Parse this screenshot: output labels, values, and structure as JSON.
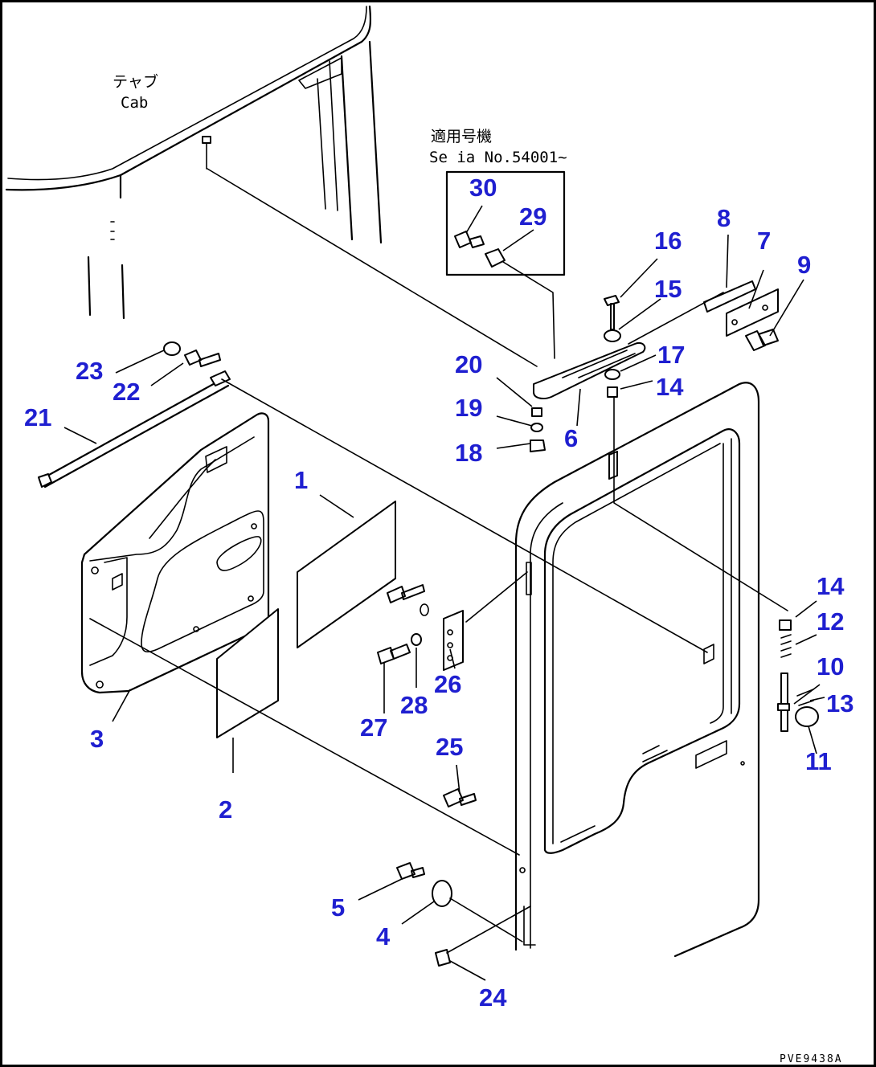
{
  "cab_label": {
    "jp": "テャブ",
    "en": "Cab"
  },
  "serial_note": {
    "jp": "適用号機",
    "en": "Se ia  No.54001~"
  },
  "drawing_number": "PVE9438A",
  "callouts": [
    {
      "id": "c1",
      "label": "1"
    },
    {
      "id": "c2",
      "label": "2"
    },
    {
      "id": "c3",
      "label": "3"
    },
    {
      "id": "c4",
      "label": "4"
    },
    {
      "id": "c5",
      "label": "5"
    },
    {
      "id": "c6",
      "label": "6"
    },
    {
      "id": "c7",
      "label": "7"
    },
    {
      "id": "c8",
      "label": "8"
    },
    {
      "id": "c9",
      "label": "9"
    },
    {
      "id": "c10",
      "label": "10"
    },
    {
      "id": "c11",
      "label": "11"
    },
    {
      "id": "c12",
      "label": "12"
    },
    {
      "id": "c13",
      "label": "13"
    },
    {
      "id": "c14a",
      "label": "14"
    },
    {
      "id": "c14b",
      "label": "14"
    },
    {
      "id": "c15",
      "label": "15"
    },
    {
      "id": "c16",
      "label": "16"
    },
    {
      "id": "c17",
      "label": "17"
    },
    {
      "id": "c18",
      "label": "18"
    },
    {
      "id": "c19",
      "label": "19"
    },
    {
      "id": "c20",
      "label": "20"
    },
    {
      "id": "c21",
      "label": "21"
    },
    {
      "id": "c22",
      "label": "22"
    },
    {
      "id": "c23",
      "label": "23"
    },
    {
      "id": "c24",
      "label": "24"
    },
    {
      "id": "c25",
      "label": "25"
    },
    {
      "id": "c26",
      "label": "26"
    },
    {
      "id": "c27",
      "label": "27"
    },
    {
      "id": "c28",
      "label": "28"
    },
    {
      "id": "c29",
      "label": "29"
    },
    {
      "id": "c30",
      "label": "30"
    }
  ],
  "colors": {
    "callout": "#1f1fd0",
    "line": "#000000",
    "background": "#ffffff"
  }
}
